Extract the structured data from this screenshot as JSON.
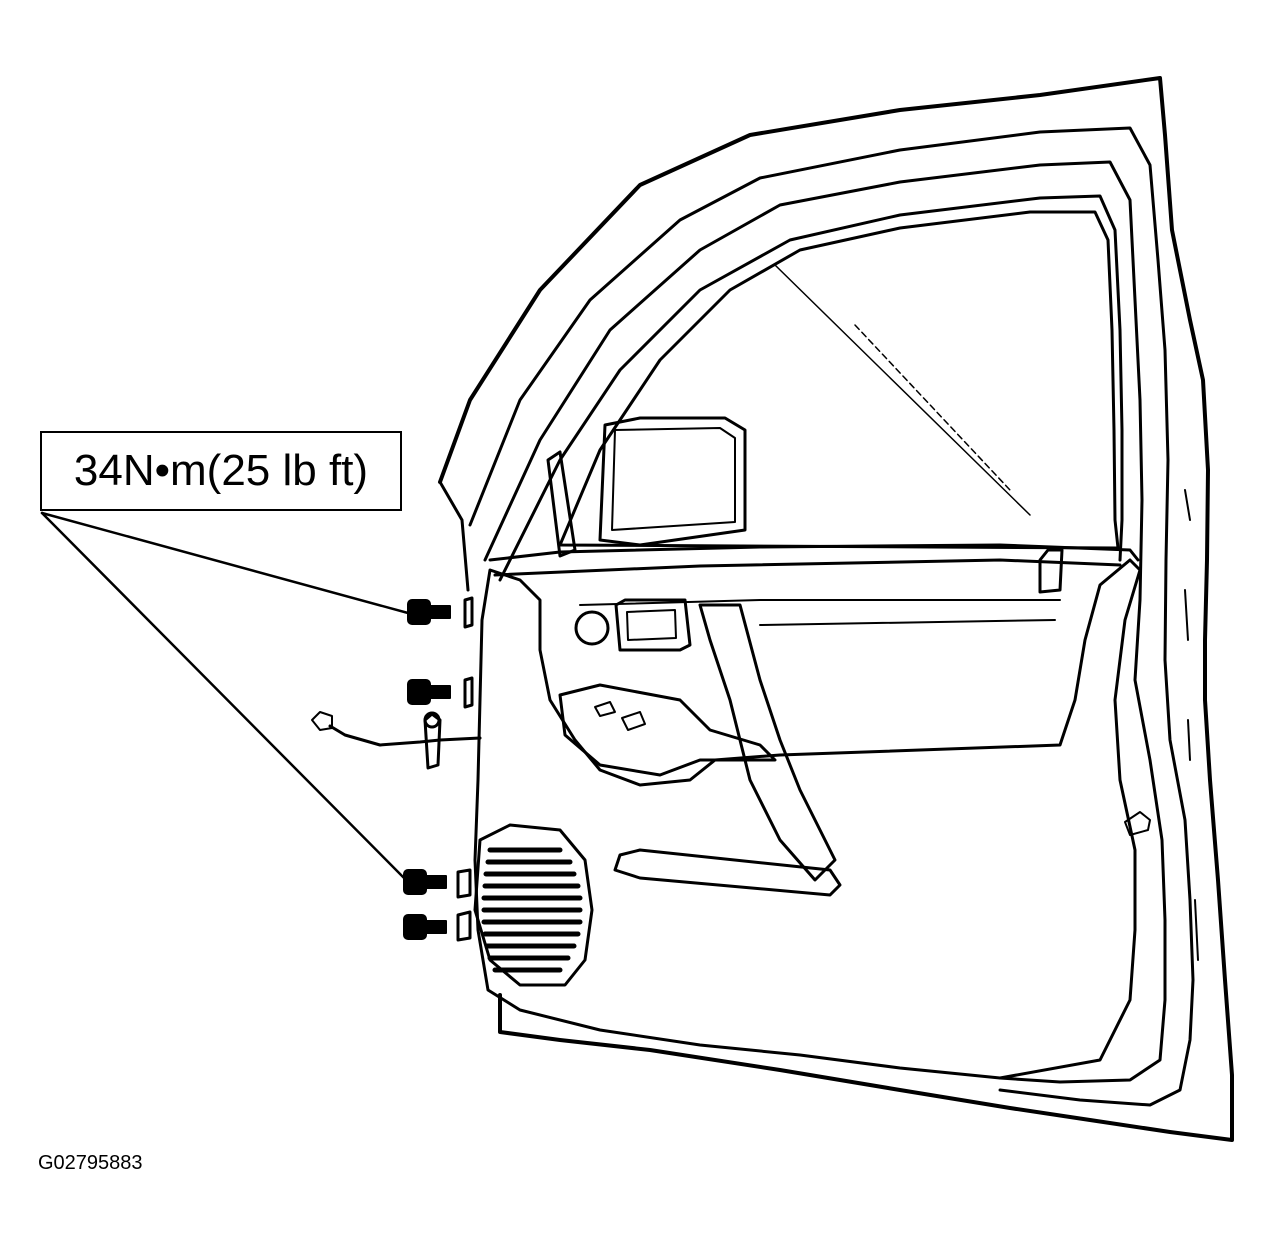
{
  "callout": {
    "torque_text": "34N•m(25 lb ft)"
  },
  "figure_id": "G02795883",
  "icons": [
    "bolt-icon",
    "wire-connector-icon",
    "door-panel-illustration"
  ]
}
